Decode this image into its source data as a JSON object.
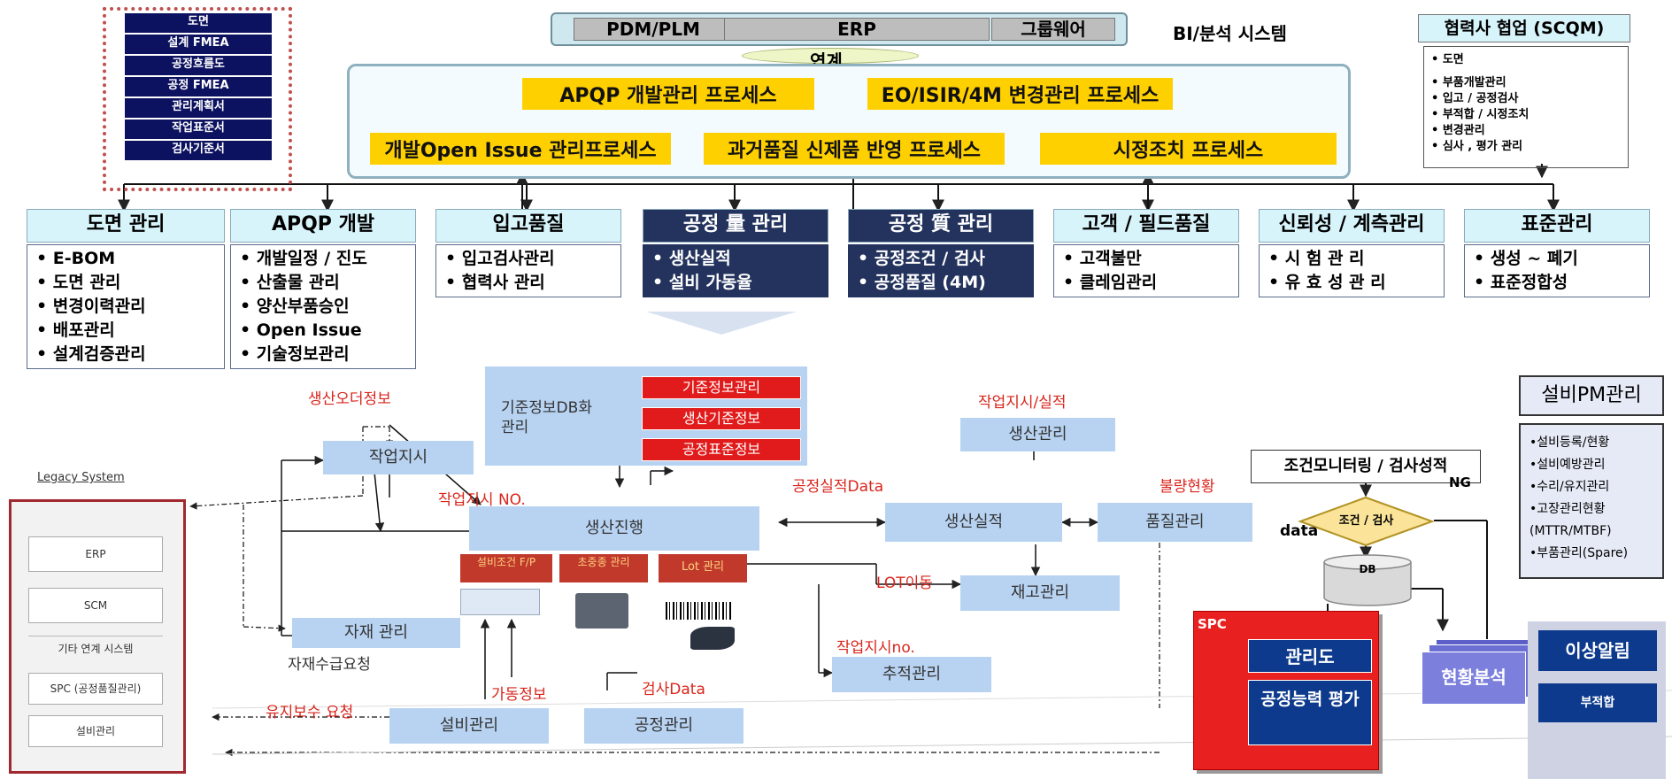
{
  "top": {
    "doc_items": [
      "도면",
      "설계 FMEA",
      "공정흐름도",
      "공정 FMEA",
      "관리계획서",
      "작업표준서",
      "검사기준서"
    ],
    "systems": {
      "pdm": "PDM/PLM",
      "erp": "ERP",
      "groupware": "그룹웨어"
    },
    "bi_label": "BI/분석 시스템",
    "link_label": "연계",
    "partner": {
      "title": "협력사 협업 (SCQM)",
      "items": [
        "도면",
        "부품개발관리",
        "입고 / 공정검사",
        "부적합 / 시정조치",
        "변경관리",
        "심사 , 평가 관리"
      ]
    },
    "processes": {
      "apqp": "APQP 개발관리 프로세스",
      "eo": "EO/ISIR/4M 변경관리 프로세스",
      "open_issue": "개발Open Issue 관리프로세스",
      "past_quality": "과거품질 신제품 반영 프로세스",
      "corrective": "시정조치 프로세스"
    }
  },
  "categories": [
    {
      "title": "도면 관리",
      "items": [
        "E-BOM",
        "도면 관리",
        "변경이력관리",
        "배포관리",
        "설계검증관리"
      ]
    },
    {
      "title": "APQP 개발",
      "items": [
        "개발일정 / 진도",
        "산출물 관리",
        "양산부품승인",
        "Open    Issue",
        "기술정보관리"
      ]
    },
    {
      "title": "입고품질",
      "items": [
        "입고검사관리",
        "협력사 관리"
      ]
    },
    {
      "title": "공정 量 관리",
      "items": [
        "생산실적",
        "설비 가동율"
      ]
    },
    {
      "title": "공정 質 관리",
      "items": [
        "공정조건 / 검사",
        "공정품질 (4M)"
      ]
    },
    {
      "title": "고객 / 필드품질",
      "items": [
        "고객불만",
        "클레임관리"
      ]
    },
    {
      "title": "신뢰성 / 계측관리",
      "items": [
        "시 험 관 리",
        "유 효 성 관 리"
      ]
    },
    {
      "title": "표준관리",
      "items": [
        "생성 ~ 폐기",
        "표준정합성"
      ]
    }
  ],
  "flow": {
    "legacy": {
      "title": "Legacy System",
      "items": [
        "ERP",
        "SCM"
      ],
      "other_title": "기타 연계 시스템",
      "other_items": [
        "SPC (공정품질관리)",
        "설비관리"
      ]
    },
    "master": {
      "label": "기준정보DB화 관리",
      "items": [
        "기준정보관리",
        "생산기준정보",
        "공정표준정보"
      ]
    },
    "boxes": {
      "work_order": "작업지시",
      "material": "자재 관리",
      "production_progress": "생산진행",
      "production_mgmt": "생산관리",
      "production_result": "생산실적",
      "quality_mgmt": "품질관리",
      "inventory": "재고관리",
      "tracking": "추적관리",
      "equipment": "설비관리",
      "process_mgmt": "공정관리"
    },
    "sub_boxes": [
      "설비조건 F/P",
      "초중종 관리",
      "Lot 관리"
    ],
    "labels": {
      "order_info": "생산오더정보",
      "work_order_no": "작업지시 NO.",
      "work_order_result": "작업지시/실적",
      "process_data": "공정실적Data",
      "defect_status": "불량현황",
      "lot_move": "LOT이동",
      "work_order_no2": "작업지시no.",
      "material_request": "자재수급요청",
      "operation_info": "가동정보",
      "inspection_data": "검사Data",
      "maintenance_request": "유지보수 요청"
    }
  },
  "monitor": {
    "title": "조건모니터링 / 검사성적",
    "decision": "조건 / 검사",
    "ng": "NG",
    "data": "data",
    "db": "DB",
    "spc": "SPC",
    "control_chart": "관리도",
    "capability": "공정능력 평가",
    "status_analysis": "현황분석",
    "alarm": "이상알림",
    "nonconformity": "부적합"
  },
  "pm": {
    "title": "설비PM관리",
    "items": [
      "•설비등록/현황",
      "•설비예방관리",
      "•수리/유지관리",
      "•고장관리현황",
      "(MTTR/MTBF)",
      "•부품관리(Spare)"
    ]
  }
}
